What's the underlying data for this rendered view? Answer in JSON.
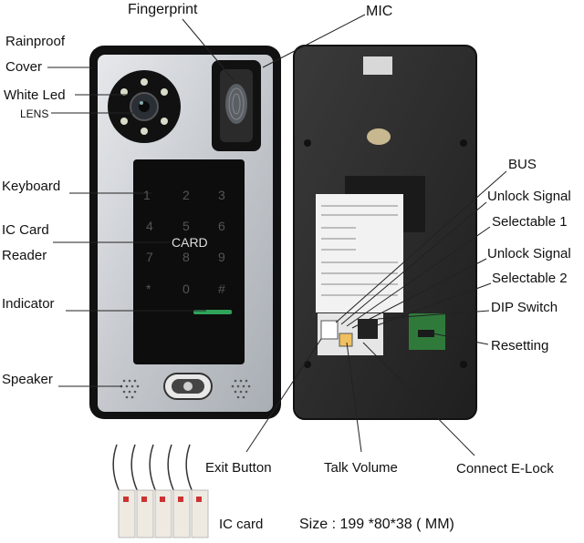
{
  "labels": {
    "fingerprint": "Fingerprint",
    "mic": "MIC",
    "rainproof": "Rainproof",
    "cover": "Cover",
    "white_led": "White Led",
    "lens": "LENS",
    "keyboard": "Keyboard",
    "ic_card": "IC Card",
    "reader": "Reader",
    "indicator": "Indicator",
    "speaker": "Speaker",
    "bus": "BUS",
    "unlock_signal_1": "Unlock Signal",
    "selectable_1": "Selectable 1",
    "unlock_signal_2": "Unlock Signal",
    "selectable_2": "Selectable 2",
    "dip_switch": "DIP Switch",
    "resetting": "Resetting",
    "exit_button": "Exit Button",
    "talk_volume": "Talk Volume",
    "connect_elock": "Connect E-Lock",
    "ic_card_bottom": "IC card",
    "size": "Size : 199 *80*38 ( MM)"
  },
  "keypad": {
    "keys": [
      "1",
      "2",
      "3",
      "4",
      "5",
      "6",
      "7",
      "8",
      "9",
      "*",
      "0",
      "#"
    ],
    "card_text": "CARD"
  },
  "colors": {
    "panel_silver": "#c9cdd2",
    "frame_black": "#1b1b1b",
    "back_panel": "#2a2a2a",
    "keypad_bg": "#0d0d0d",
    "indicator_green": "#2fa35a",
    "pcb_green": "#2f7a3a"
  }
}
